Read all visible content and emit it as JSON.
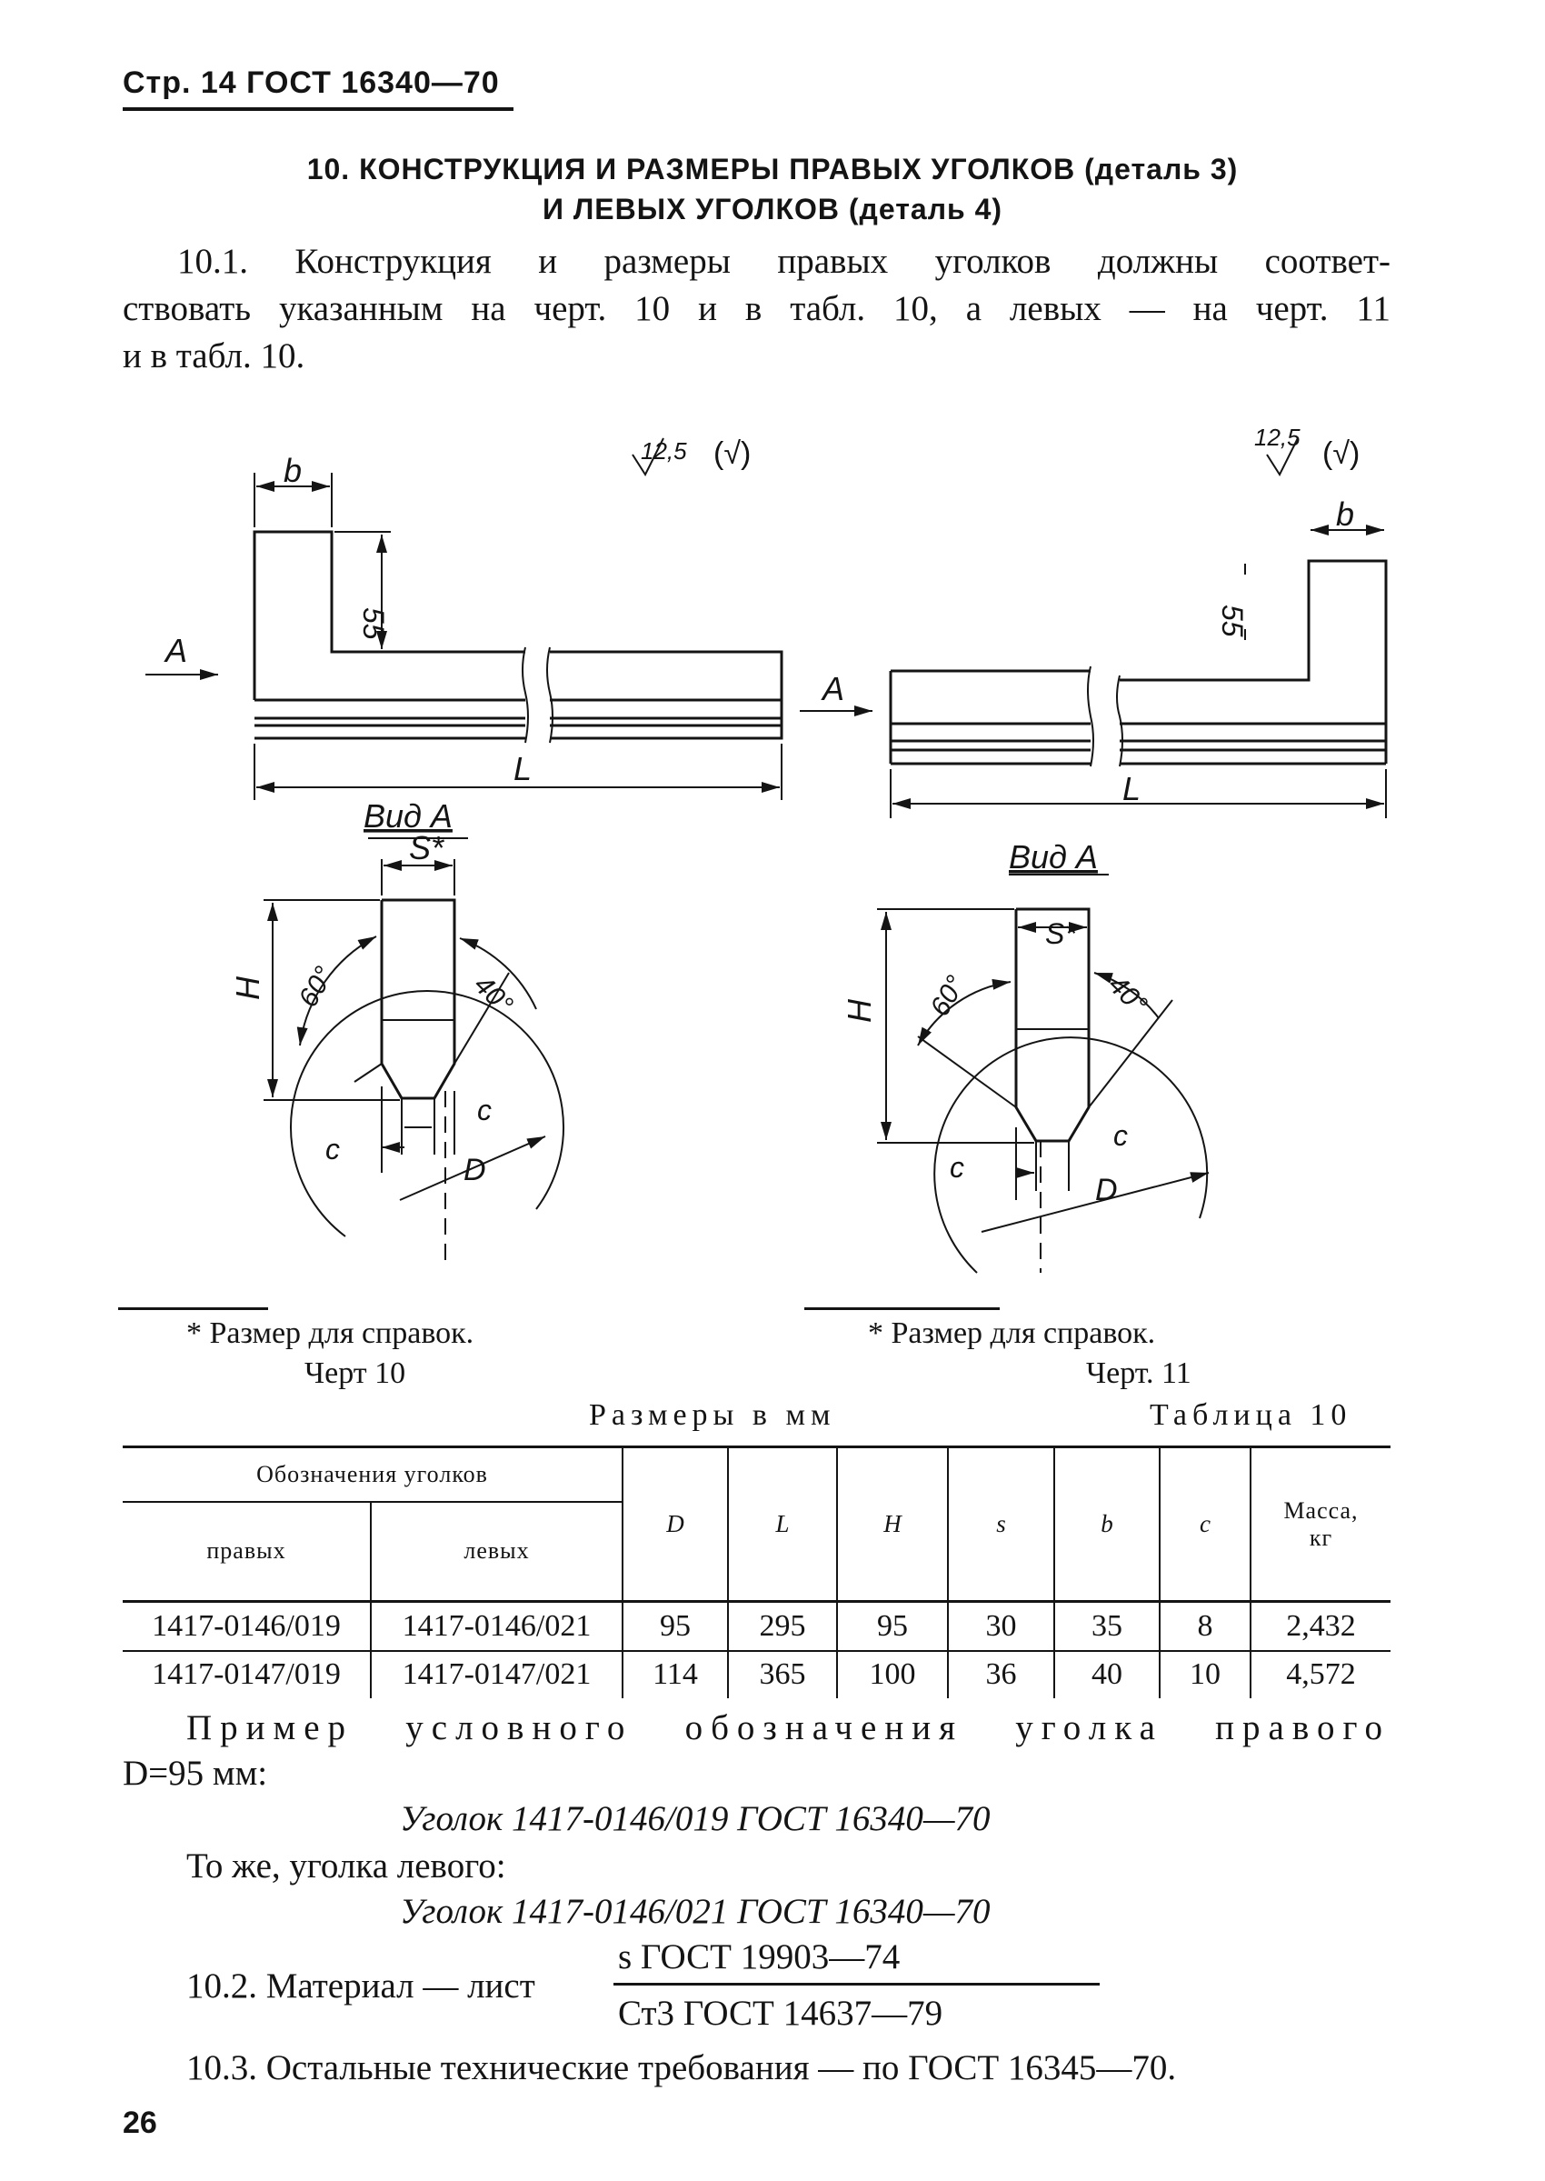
{
  "header": {
    "page_ref": "Стр. 14 ГОСТ 16340—70"
  },
  "section": {
    "title_line1": "10. КОНСТРУКЦИЯ И РАЗМЕРЫ ПРАВЫХ УГОЛКОВ (деталь 3)",
    "title_line2": "И ЛЕВЫХ УГОЛКОВ (деталь 4)"
  },
  "para_10_1": {
    "line1": "10.1. Конструкция и размеры правых уголков должны соответ-",
    "line2": "ствовать указанным на черт. 10 и в табл. 10, а левых — на черт. 11",
    "line3": "и в табл. 10."
  },
  "drawing_right": {
    "roughness": "12,5",
    "roughness_paren": "(√)",
    "dim_b": "b",
    "dim_55": "55",
    "view_arrow": "A",
    "dim_L": "L",
    "view_title": "Вид А",
    "dim_s": "S*",
    "dim_H": "H",
    "angle_60": "60°",
    "angle_40": "40°",
    "dim_c_left": "c",
    "dim_c_right": "c",
    "dim_D": "D"
  },
  "drawing_left": {
    "roughness": "12,5",
    "roughness_paren": "(√)",
    "dim_b": "b",
    "dim_55": "55",
    "view_arrow": "A",
    "dim_L": "L",
    "view_title": "Вид А",
    "dim_s": "S*",
    "dim_H": "H",
    "angle_60": "60°",
    "angle_40": "40°",
    "dim_c_left": "c",
    "dim_c_right": "c",
    "dim_D": "D"
  },
  "notes": {
    "left_note": "* Размер для справок.",
    "left_caption": "Черт 10",
    "right_note": "* Размер для справок.",
    "right_caption": "Черт. 11"
  },
  "table": {
    "units_caption": "Размеры в мм",
    "table_caption": "Таблица 10",
    "group_header": "Обозначения уголков",
    "col_right": "правых",
    "col_left": "левых",
    "col_D": "D",
    "col_L": "L",
    "col_H": "H",
    "col_s": "s",
    "col_b": "b",
    "col_c": "c",
    "col_mass": "Масса, кг",
    "rows": [
      {
        "right": "1417-0146/019",
        "left": "1417-0146/021",
        "D": "95",
        "L": "295",
        "H": "95",
        "s": "30",
        "b": "35",
        "c": "8",
        "mass": "2,432"
      },
      {
        "right": "1417-0147/019",
        "left": "1417-0147/021",
        "D": "114",
        "L": "365",
        "H": "100",
        "s": "36",
        "b": "40",
        "c": "10",
        "mass": "4,572"
      }
    ]
  },
  "example": {
    "line1": "Пример условного обозначения уголка правого",
    "line2": "D=95 мм:",
    "designation_right": "Уголок 1417-0146/019 ГОСТ 16340—70",
    "same_left": "То же, уголка левого:",
    "designation_left": "Уголок 1417-0146/021 ГОСТ 16340—70"
  },
  "para_10_2": {
    "prefix": "10.2. Материал — лист",
    "numerator": "s ГОСТ 19903—74",
    "denominator": "Ст3 ГОСТ 14637—79"
  },
  "para_10_3": {
    "text": "10.3. Остальные технические требования — по ГОСТ 16345—70."
  },
  "page_number": "26"
}
